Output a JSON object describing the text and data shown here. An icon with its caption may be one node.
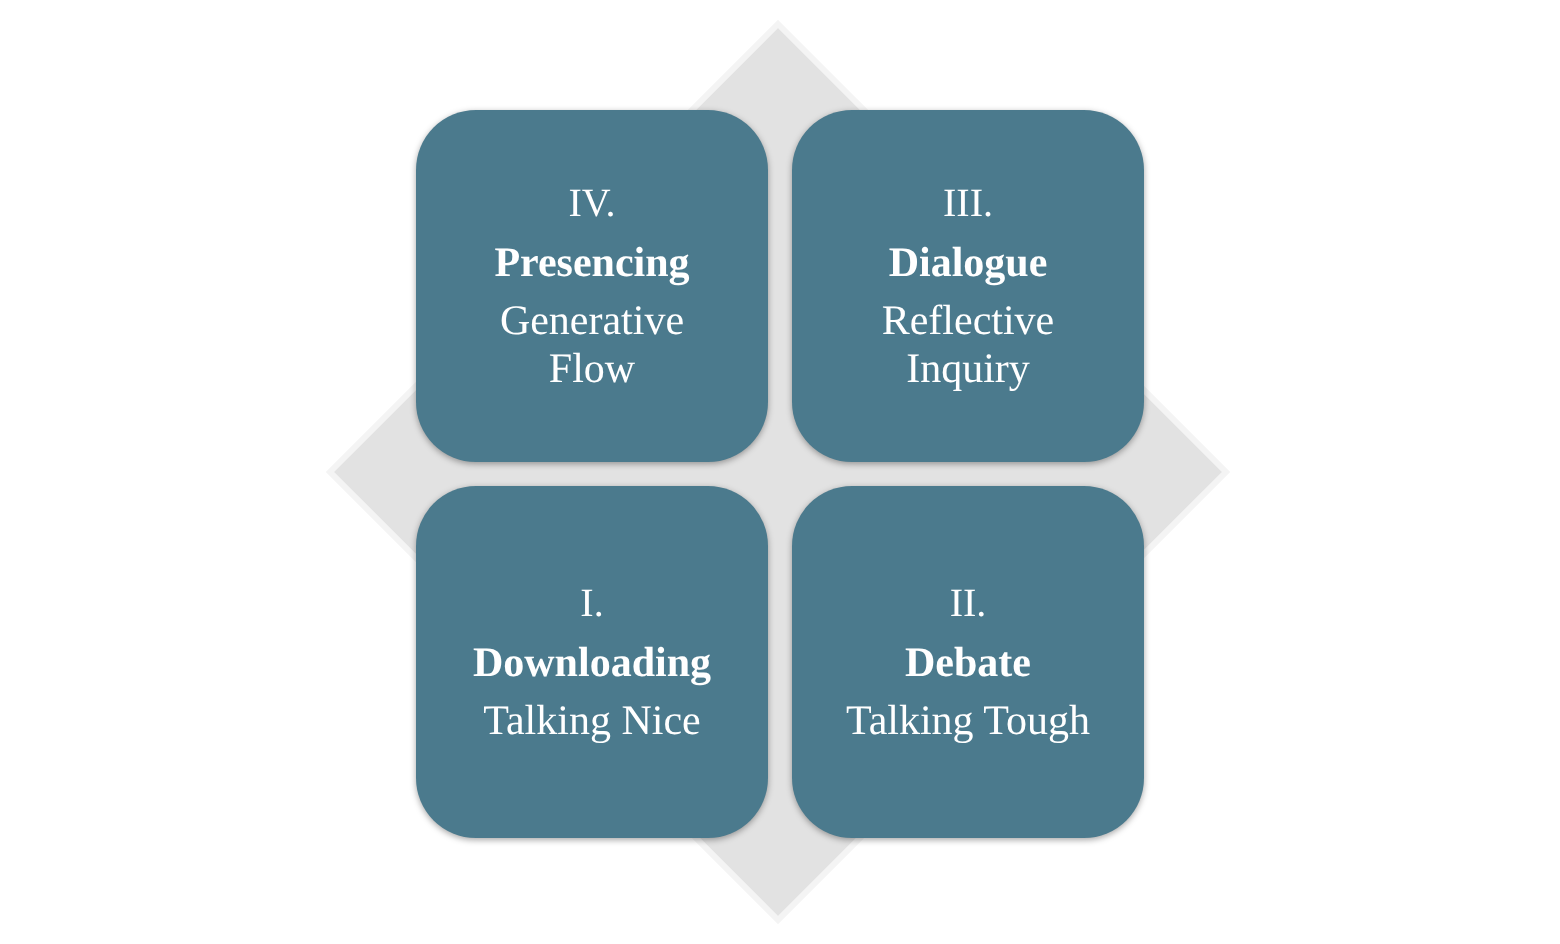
{
  "diagram": {
    "nodes": [
      {
        "text": [],
        "shape": "diamond"
      },
      {
        "text": [
          "IV.",
          "Presencing",
          "Generative Flow"
        ],
        "in": 0
      },
      {
        "text": [
          "III.",
          "Dialogue",
          "Reflective Inquiry"
        ],
        "in": 0
      },
      {
        "text": [
          "I.",
          "Downloading",
          "Talking Nice"
        ],
        "in": 0
      },
      {
        "text": [
          "II.",
          "Debate",
          "Talking Tough"
        ],
        "in": 0
      }
    ]
  }
}
